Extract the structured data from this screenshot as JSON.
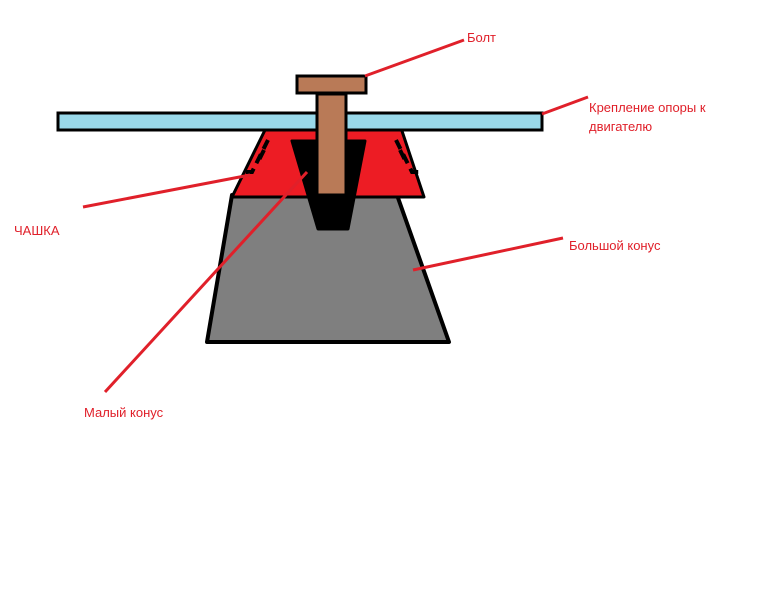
{
  "labels": {
    "bolt": "Болт",
    "mount": "Крепление опоры к",
    "mount_line2": "двигателю",
    "cup": "ЧАШКА",
    "big_cone": "Большой конус",
    "small_cone": "Малый конус"
  },
  "colors": {
    "label_text": "#e0202a",
    "leader_line": "#e0202a",
    "bolt": "#b97a57",
    "mount_plate": "#99d9ea",
    "cup": "#ed1c24",
    "big_cone": "#7f7f7f",
    "small_cone": "#000000",
    "outline": "#000000"
  }
}
